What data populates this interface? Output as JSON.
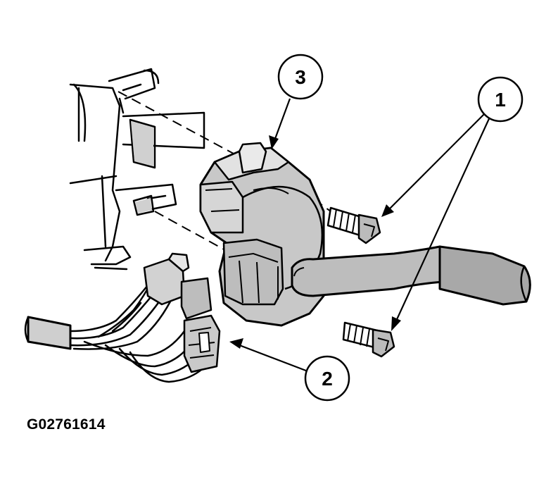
{
  "callouts": {
    "c1": "1",
    "c2": "2",
    "c3": "3"
  },
  "figure_code": "G02761614",
  "colors": {
    "line": "#000000",
    "fill_light": "#cfcfcf",
    "fill_mid": "#b5b5b5",
    "background": "#ffffff"
  }
}
